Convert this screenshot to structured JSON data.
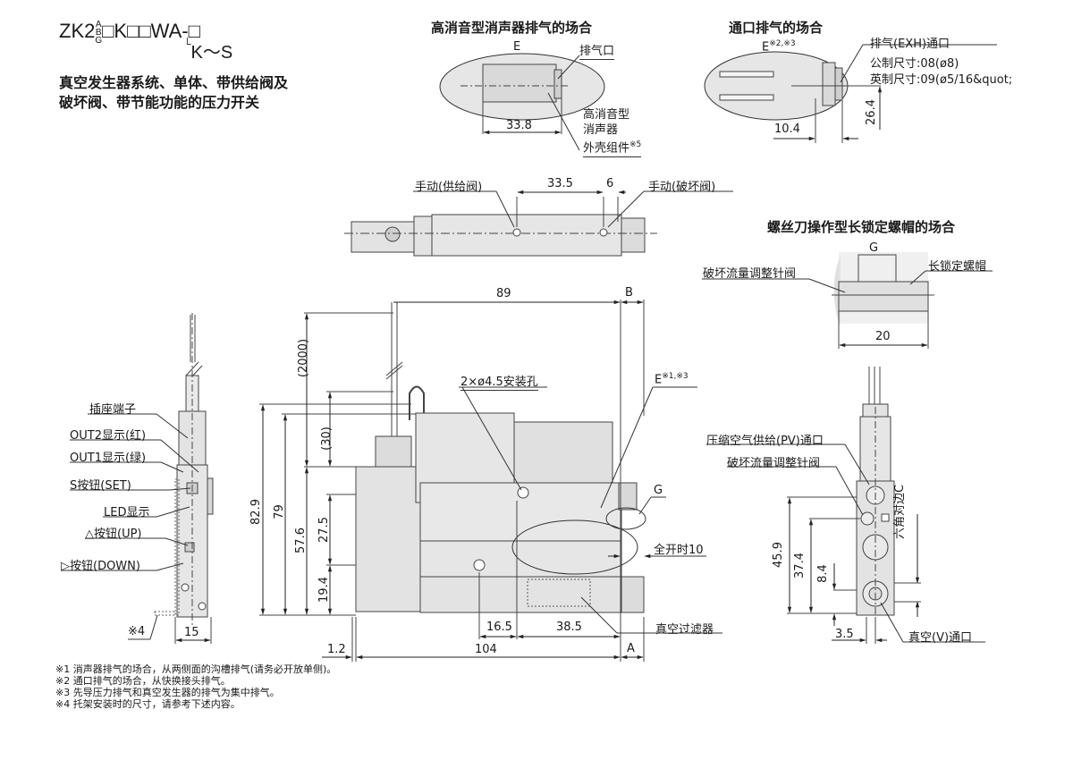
{
  "model": {
    "prefix": "ZK2",
    "variants": [
      "A",
      "B",
      "G"
    ],
    "code": "□K□□WA-□",
    "suffix": "K～S"
  },
  "subtitle": [
    "真空发生器系统、单体、带供给阀及",
    "破坏阀、带节能功能的压力开关"
  ],
  "detail_silencer": {
    "heading": "高消音型消声器排气的场合",
    "view_label": "E",
    "exhaust_label": "排气口",
    "part_label": [
      "高消音型",
      "消声器",
      "外壳组件"
    ],
    "part_note": "※5",
    "dim": "33.8"
  },
  "detail_port": {
    "heading": "通口排气的场合",
    "view_label": "E",
    "view_note": "※2,※3",
    "port_label": "排气(EXH)通口",
    "metric": "公制尺寸:08(ø8)",
    "inch": "英制尺寸:09(ø5/16&quot;",
    "dim_h": "10.4",
    "dim_v": "26.4"
  },
  "top_view": {
    "manual_supply": "手动(供给阀)",
    "manual_break": "手动(破坏阀)",
    "dim_a": "33.5",
    "dim_b": "6"
  },
  "detail_lock": {
    "heading": "螺丝刀操作型长锁定螺帽的场合",
    "view_label": "G",
    "needle_label": "破坏流量调整针阀",
    "nut_label": "长锁定螺帽",
    "dim": "20"
  },
  "side_view": {
    "labels": [
      "插座端子",
      "OUT2显示(红)",
      "OUT1显示(绿)",
      "S按钮(SET)",
      "LED显示",
      "△按钮(UP)",
      "▷按钮(DOWN)"
    ],
    "note": "※4",
    "dim_width": "15"
  },
  "front_view": {
    "dim_top": "89",
    "dim_B": "B",
    "dims_vertical": [
      "(2000)",
      "(30)",
      "82.9",
      "79",
      "57.6",
      "27.5",
      "19.4"
    ],
    "mount_hole": "2×ø4.5安装孔",
    "view_E": "E",
    "view_E_note": "※1,※3",
    "view_G": "G",
    "full_open": "全开时10",
    "filter": "真空过滤器",
    "dim_16_5": "16.5",
    "dim_38_5": "38.5",
    "dim_104": "104",
    "dim_1_2": "1.2",
    "dim_A": "A"
  },
  "end_view": {
    "pv_port": "压缩空气供给(PV)通口",
    "needle": "破坏流量调整针阀",
    "hex": "六角对边C",
    "vacuum_port": "真空(V)通口",
    "dims": [
      "45.9",
      "37.4",
      "8.4",
      "3.5"
    ]
  },
  "notes": [
    "※1  消声器排气的场合，从两侧面的沟槽排气(请务必开放单侧)。",
    "※2  通口排气的场合，从快换接头排气。",
    "※3  先导压力排气和真空发生器的排气为集中排气。",
    "※4  托架安装时的尺寸，请参考下述内容。"
  ]
}
